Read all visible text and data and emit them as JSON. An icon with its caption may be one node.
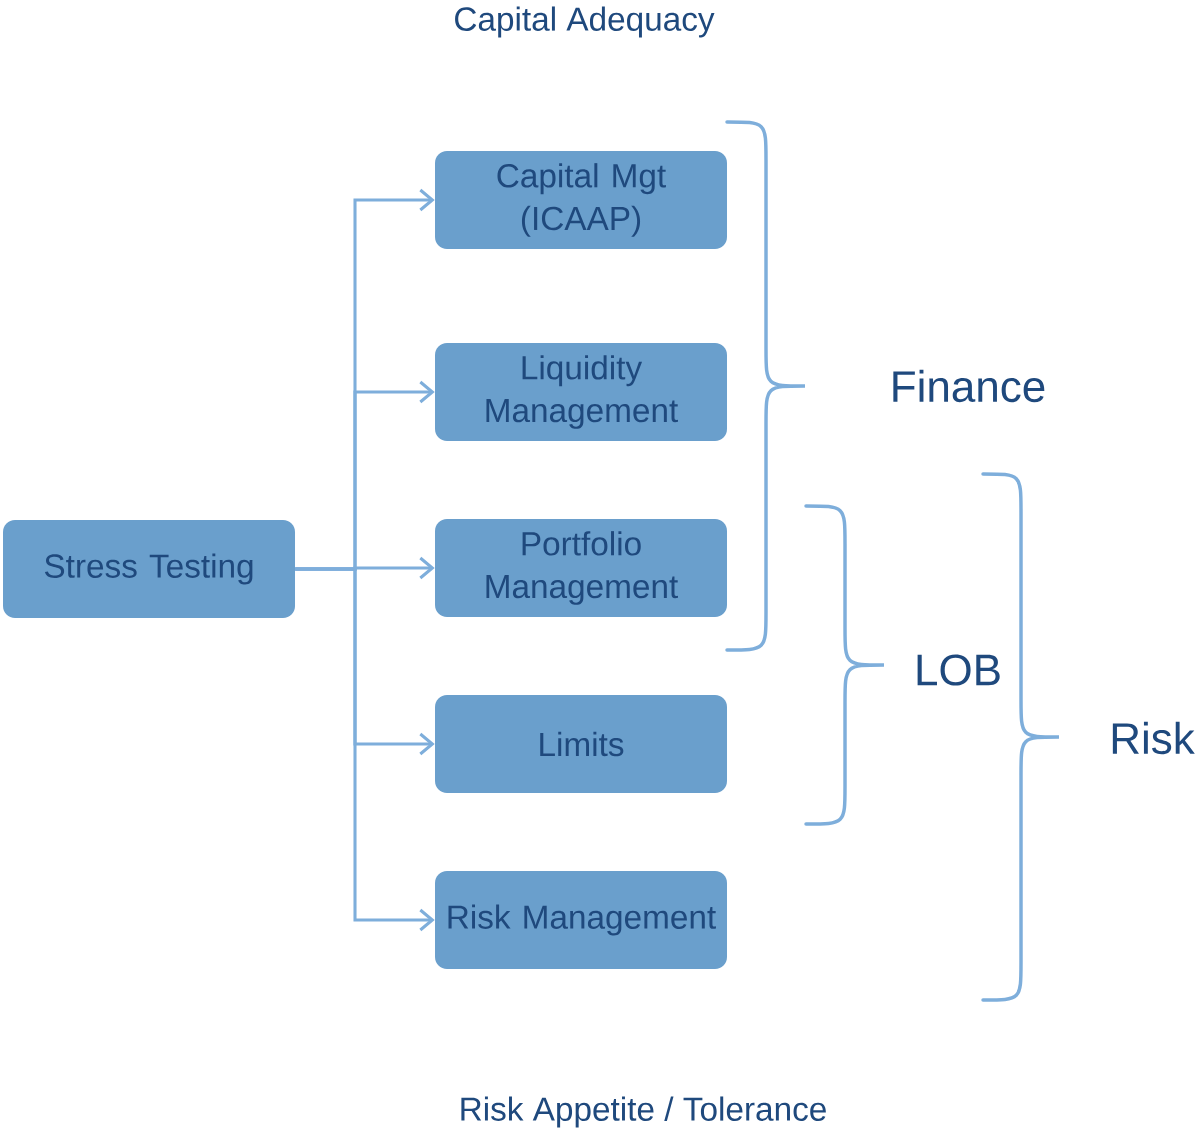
{
  "diagram": {
    "title": "Capital Adequacy",
    "caption": "Risk Appetite / Tolerance",
    "nodes": [
      {
        "text": [
          "Stress Testing"
        ]
      },
      {
        "text": [
          "Capital Mgt (ICAAP)"
        ]
      },
      {
        "text": [
          "Liquidity Management"
        ]
      },
      {
        "text": [
          "Portfolio Management"
        ]
      },
      {
        "text": [
          "Limits"
        ]
      },
      {
        "text": [
          "Risk Management"
        ]
      }
    ],
    "edges": [
      {
        "from": 0,
        "to": 1,
        "arrow": "to"
      },
      {
        "from": 0,
        "to": 2,
        "arrow": "to"
      },
      {
        "from": 0,
        "to": 3,
        "arrow": "to"
      },
      {
        "from": 0,
        "to": 4,
        "arrow": "to"
      },
      {
        "from": 0,
        "to": 5,
        "arrow": "to"
      }
    ],
    "labels": [
      "Finance",
      "LOB",
      "Risk"
    ]
  }
}
